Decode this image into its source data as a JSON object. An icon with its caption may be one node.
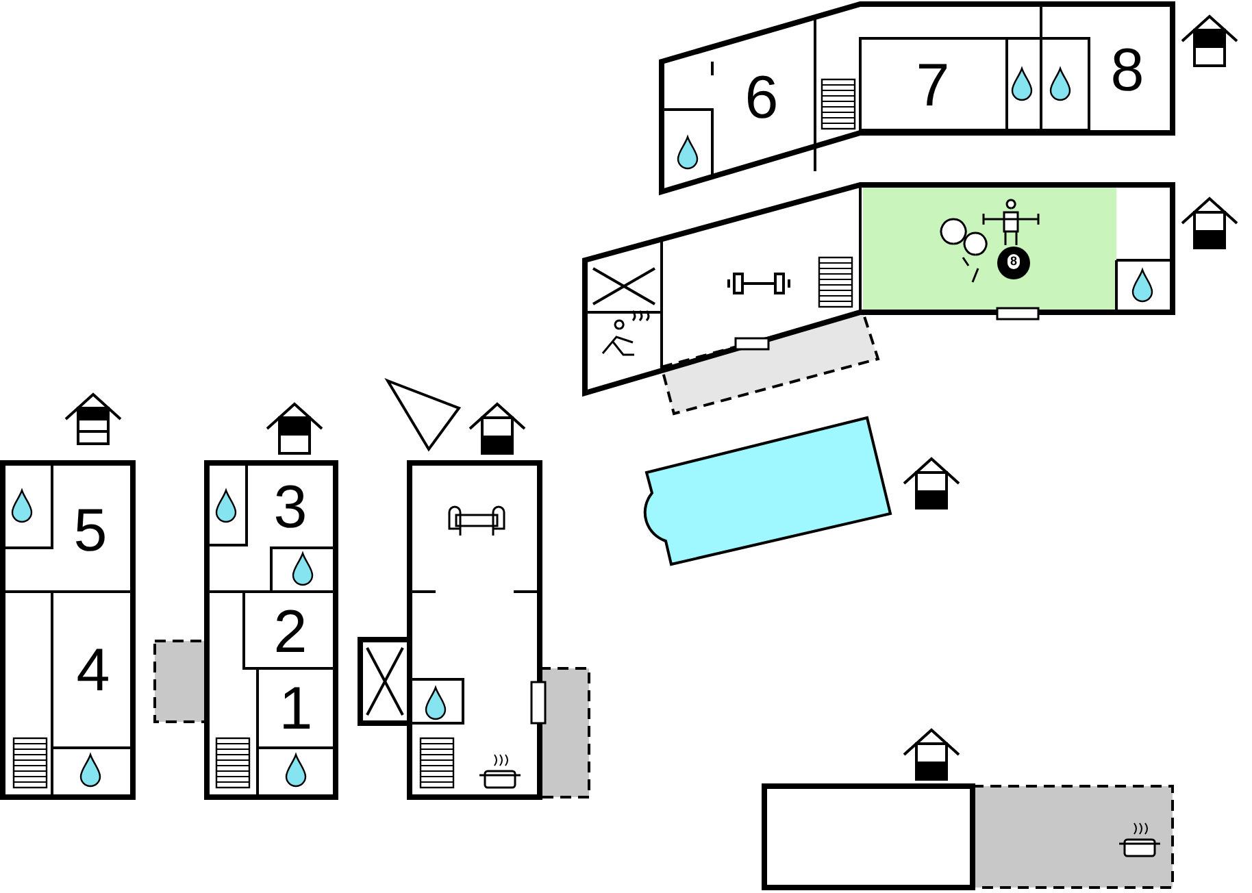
{
  "diagram": {
    "labels": [
      "6",
      "7",
      "8",
      "8",
      "5",
      "3",
      "2",
      "4",
      "1"
    ]
  }
}
